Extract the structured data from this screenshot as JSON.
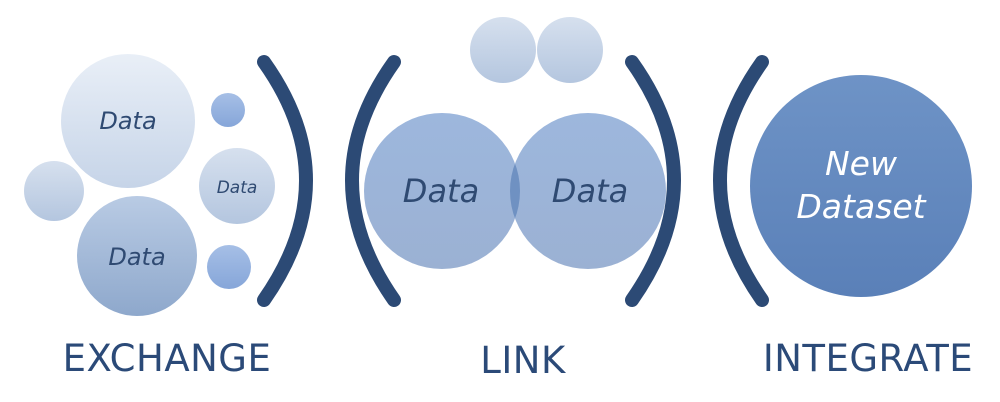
{
  "exchange": {
    "top_label": "Data",
    "small_label": "Data",
    "bottom_label": "Data",
    "stage": "EXCHANGE"
  },
  "link": {
    "left_label": "Data",
    "right_label": "Data",
    "stage": "LINK"
  },
  "integrate": {
    "label_line1": "New",
    "label_line2": "Dataset",
    "stage": "INTEGRATE"
  },
  "colors": {
    "bracket": "#2c4a75",
    "text": "#2f4a72"
  }
}
